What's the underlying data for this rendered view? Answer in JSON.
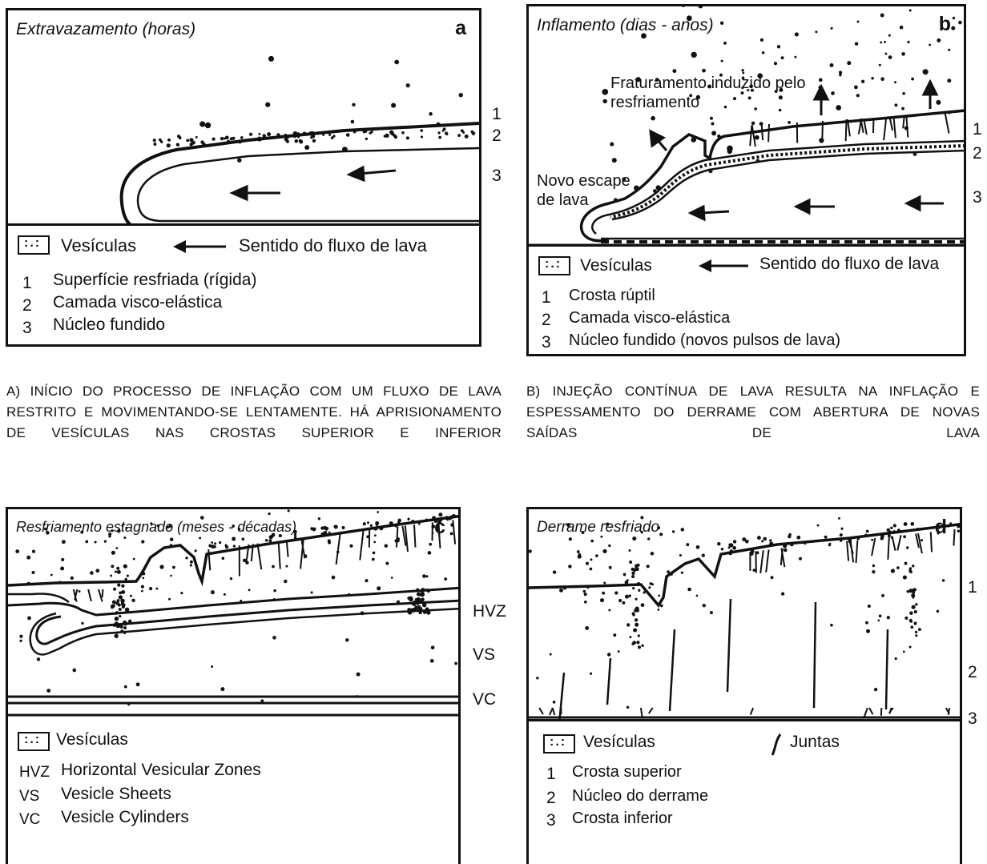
{
  "panel_a": {
    "title": "Extravazamento (horas)",
    "letter": "a",
    "layer_numbers": [
      "1",
      "2",
      "3"
    ],
    "legend": {
      "vesicles": "Vesículas",
      "flow_direction": "Sentido do fluxo de lava",
      "items": [
        {
          "num": "1",
          "label": "Superfície resfriada (rígida)"
        },
        {
          "num": "2",
          "label": "Camada visco-elástica"
        },
        {
          "num": "3",
          "label": "Núcleo fundido"
        }
      ]
    }
  },
  "panel_b": {
    "title": "Inflamento (dias - anos)",
    "letter": "b",
    "annotation_fracture": "Fraturamento induzido pelo resfriamento",
    "annotation_escape": "Novo escape de lava",
    "layer_numbers": [
      "1",
      "2",
      "3"
    ],
    "legend": {
      "vesicles": "Vesículas",
      "flow_direction": "Sentido do fluxo de lava",
      "items": [
        {
          "num": "1",
          "label": "Crosta rúptil"
        },
        {
          "num": "2",
          "label": "Camada visco-elástica"
        },
        {
          "num": "3",
          "label": "Núcleo fundido (novos pulsos de lava)"
        }
      ]
    }
  },
  "panel_c": {
    "title": "Resfriamento estagnado (meses - décadas)",
    "letter": "c",
    "side_labels": [
      "HVZ",
      "VS",
      "VC"
    ],
    "legend": {
      "vesicles": "Vesículas",
      "items": [
        {
          "abbr": "HVZ",
          "label": "Horizontal Vesicular Zones"
        },
        {
          "abbr": "VS",
          "label": "Vesicle Sheets"
        },
        {
          "abbr": "VC",
          "label": "Vesicle Cylinders"
        }
      ]
    }
  },
  "panel_d": {
    "title": "Derrame resfriado",
    "letter": "d",
    "layer_numbers": [
      "1",
      "2",
      "3"
    ],
    "legend": {
      "vesicles": "Vesículas",
      "joints": "Juntas",
      "items": [
        {
          "num": "1",
          "label": "Crosta superior"
        },
        {
          "num": "2",
          "label": "Núcleo do derrame"
        },
        {
          "num": "3",
          "label": "Crosta inferior"
        }
      ]
    }
  },
  "captions": {
    "a": "A) Início do processo de inflação com um fluxo de lava restrito e movimentando-se lentamente. Há aprisionamento de vesículas nas crostas superior e inferior",
    "b": "B) Injeção contínua de lava resulta na inflação e espessamento do derrame com abertura de novas saídas de lava"
  }
}
